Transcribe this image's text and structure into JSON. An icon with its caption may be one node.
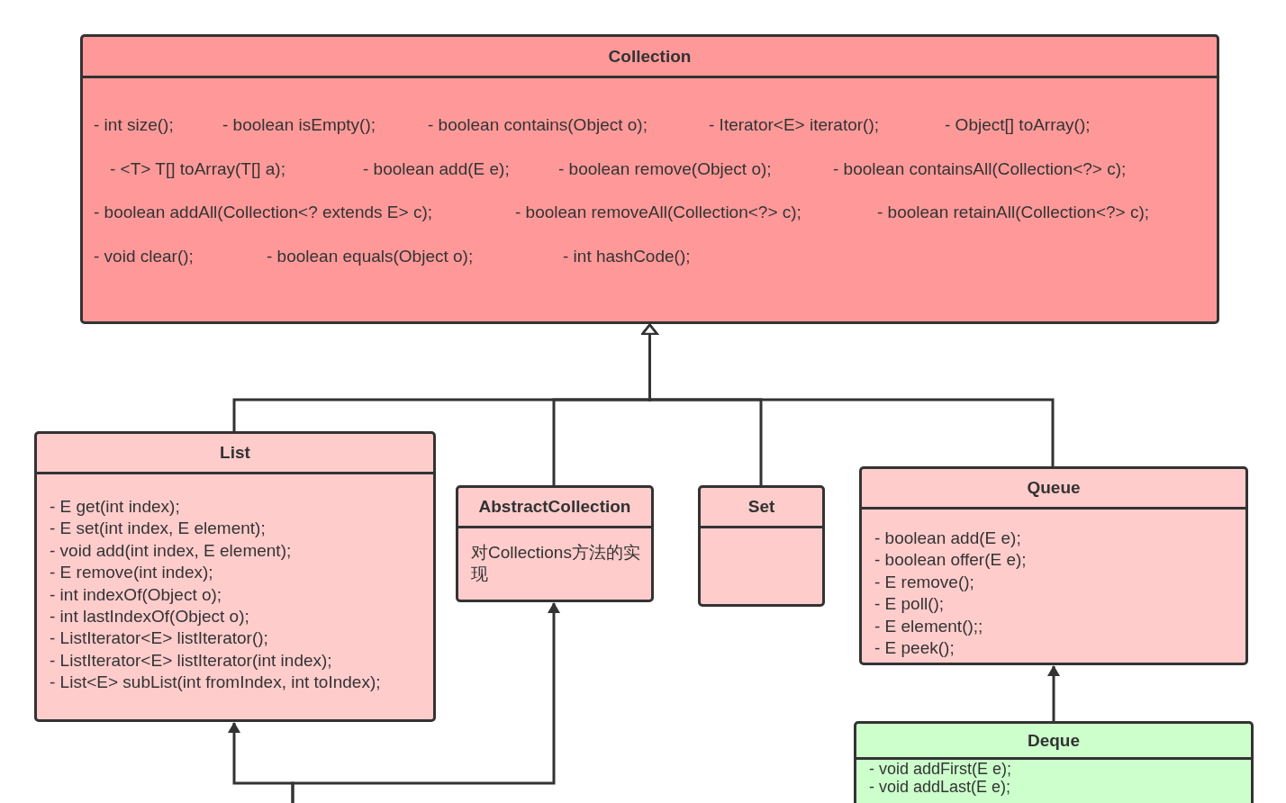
{
  "diagram": {
    "nodes": [
      {
        "text": [
          "Collection",
          "- int size();",
          "- boolean isEmpty();",
          "- boolean contains(Object o);",
          "- Iterator<E> iterator();",
          "- Object[] toArray();",
          "- <T> T[] toArray(T[] a);",
          "- boolean add(E e);",
          "- boolean remove(Object o);",
          "- boolean containsAll(Collection<?> c);",
          "- boolean addAll(Collection<? extends E> c);",
          "- boolean removeAll(Collection<?> c);",
          "- boolean retainAll(Collection<?> c);",
          "- void clear();",
          "- boolean equals(Object o);",
          "- int hashCode();"
        ]
      },
      {
        "text": [
          "List",
          "- E get(int index);",
          "- E set(int index, E element);",
          "- void add(int index, E element);",
          "- E remove(int index);",
          "- int indexOf(Object o);",
          "- int lastIndexOf(Object o);",
          "- ListIterator<E> listIterator();",
          "- ListIterator<E> listIterator(int index);",
          "- List<E> subList(int fromIndex, int toIndex);"
        ]
      },
      {
        "text": [
          "AbstractCollection",
          "对Collections方法的实现"
        ]
      },
      {
        "text": [
          "Set"
        ]
      },
      {
        "text": [
          "Queue",
          "- boolean add(E e);",
          "- boolean offer(E e);",
          "- E remove();",
          "- E poll();",
          "- E element();;",
          "- E peek();"
        ]
      },
      {
        "text": [
          "Deque",
          "- void addFirst(E e);",
          "- void addLast(E e);"
        ]
      }
    ],
    "edges": [
      {
        "from": 1,
        "to": 0,
        "arrow": "to"
      },
      {
        "from": 2,
        "to": 0,
        "arrow": "to"
      },
      {
        "from": 3,
        "to": 0,
        "arrow": "to"
      },
      {
        "from": 4,
        "to": 0,
        "arrow": "to"
      },
      {
        "from": null,
        "to": 1,
        "arrow": "to"
      },
      {
        "from": null,
        "to": 2,
        "arrow": "to"
      },
      {
        "from": 5,
        "to": 4,
        "arrow": "to"
      }
    ]
  }
}
